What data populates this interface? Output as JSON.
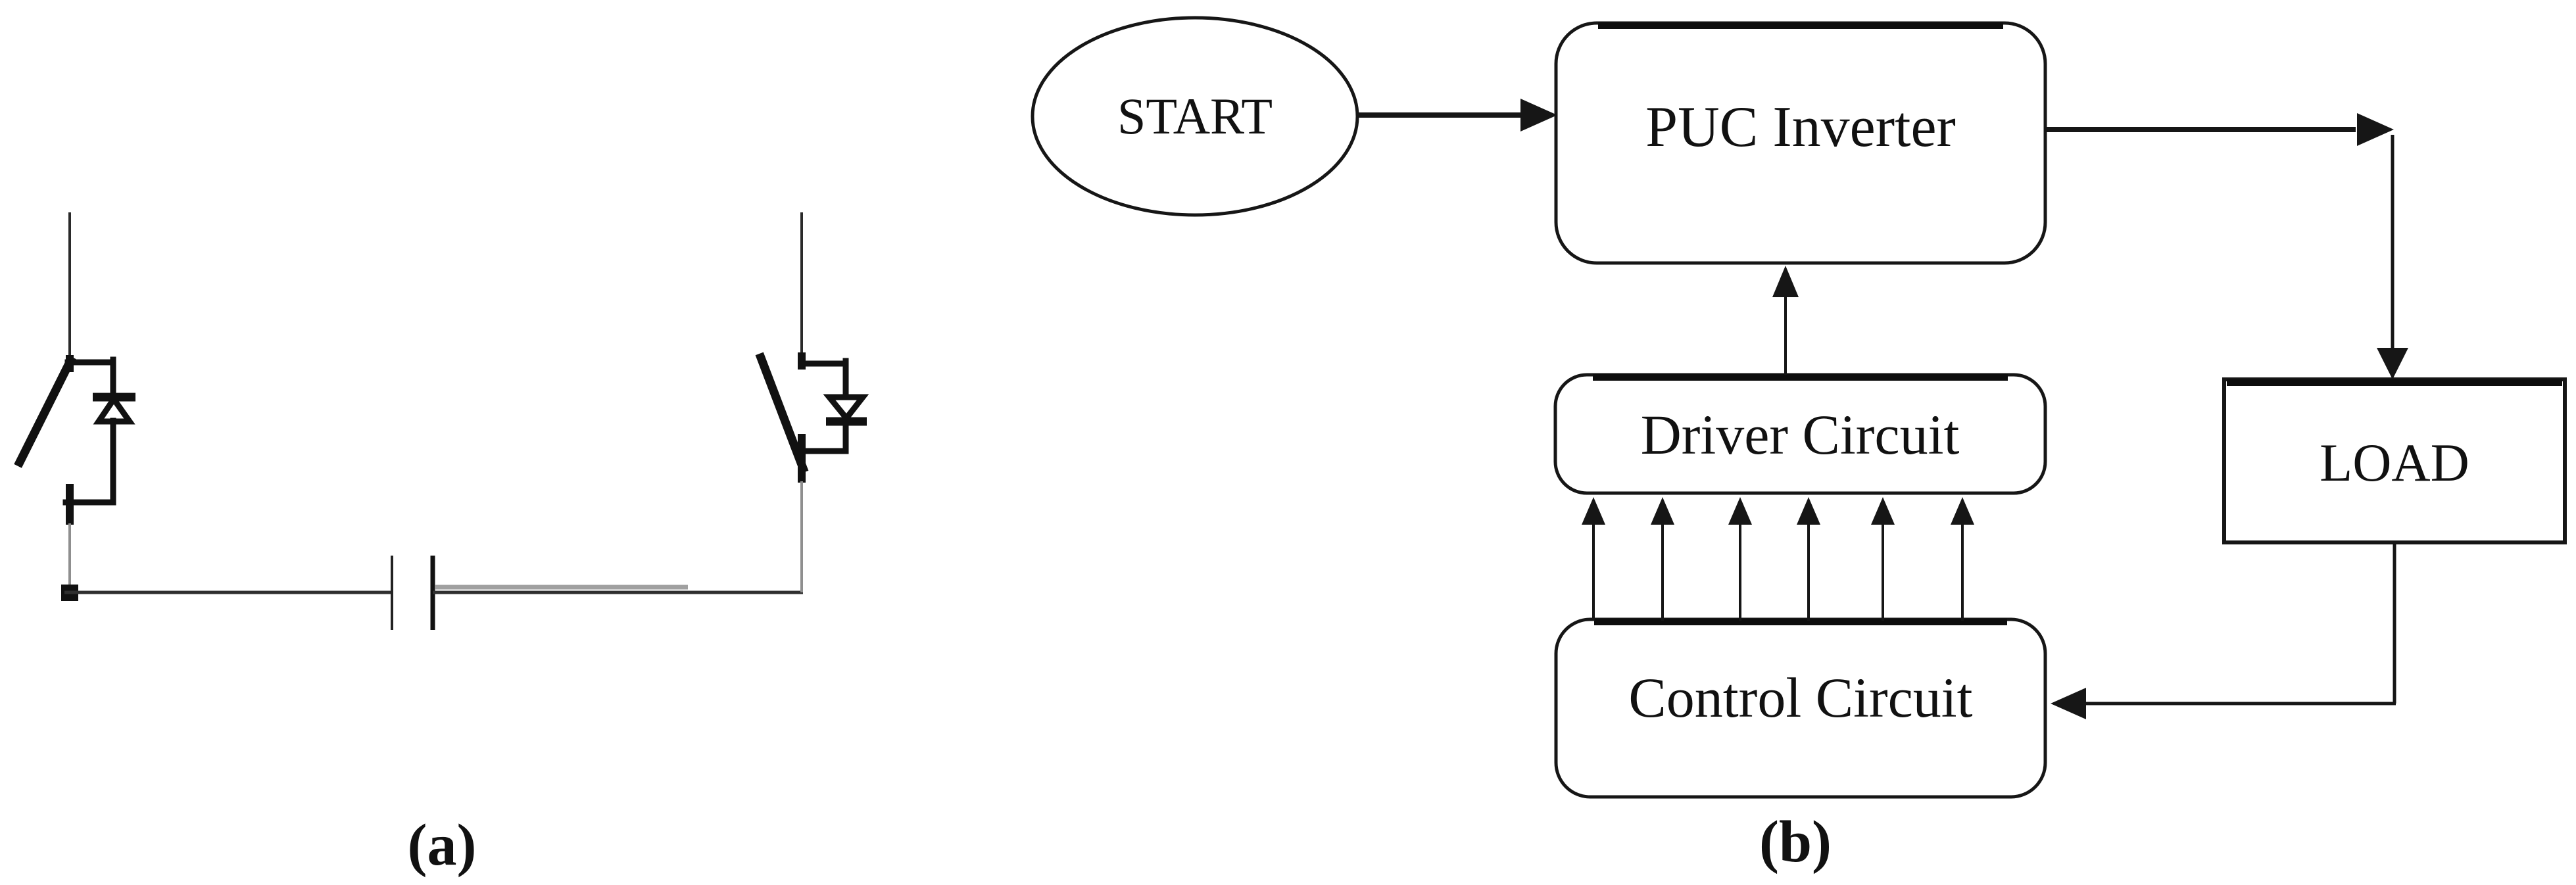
{
  "figure": {
    "panels": [
      {
        "id": "a",
        "label": "(a)",
        "content": "power switch cell: two switch-diode pairs with flying capacitor"
      },
      {
        "id": "b",
        "label": "(b)",
        "content": "system block flowchart"
      }
    ],
    "flowchart": {
      "start": "START",
      "puc_inverter": "PUC Inverter",
      "driver_circuit": "Driver Circuit",
      "control_circuit": "Control Circuit",
      "load": "LOAD",
      "connections": [
        {
          "from": "START",
          "to": "PUC Inverter",
          "style": "arrow-right"
        },
        {
          "from": "PUC Inverter",
          "to": "LOAD",
          "style": "arrow-right-then-down"
        },
        {
          "from": "LOAD",
          "to": "Control Circuit",
          "style": "down-then-arrow-left"
        },
        {
          "from": "Control Circuit",
          "to": "Driver Circuit",
          "style": "six-parallel-up-arrows",
          "count": 6
        },
        {
          "from": "Driver Circuit",
          "to": "PUC Inverter",
          "style": "arrow-up"
        }
      ]
    },
    "colors": {
      "line_black": "#161616",
      "symbol_black": "#111111",
      "wire_gray": "#8f8f8f",
      "background": "#ffffff"
    }
  }
}
